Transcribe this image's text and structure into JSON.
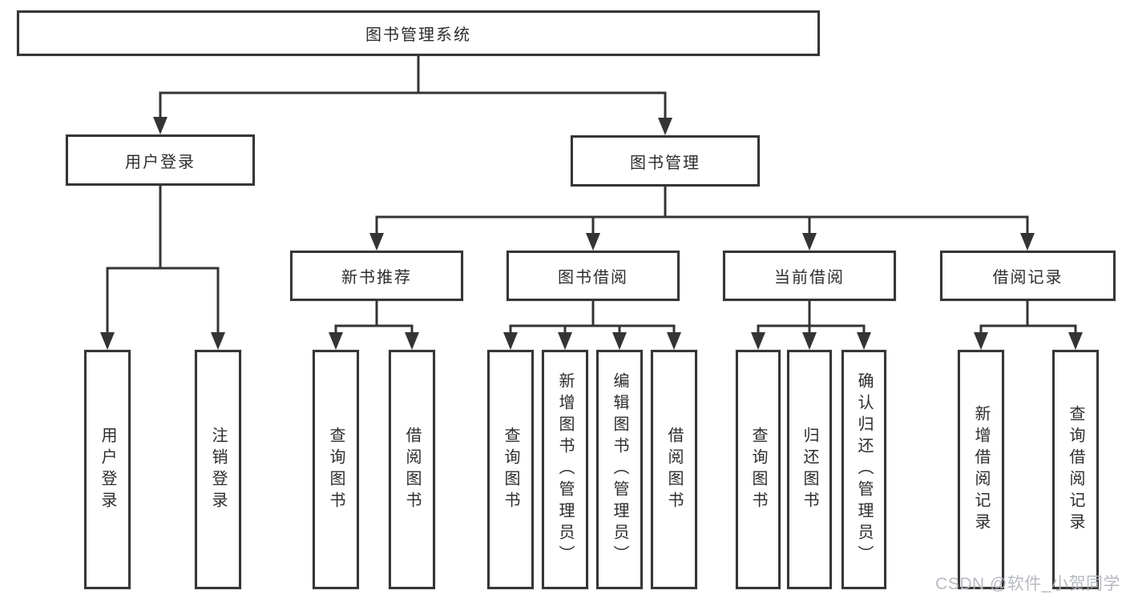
{
  "tree": {
    "label": "图书管理系统",
    "children": [
      {
        "label": "用户登录",
        "children": [
          {
            "label": "用户登录"
          },
          {
            "label": "注销登录"
          }
        ]
      },
      {
        "label": "图书管理",
        "children": [
          {
            "label": "新书推荐",
            "children": [
              {
                "label": "查询图书"
              },
              {
                "label": "借阅图书"
              }
            ]
          },
          {
            "label": "图书借阅",
            "children": [
              {
                "label": "查询图书"
              },
              {
                "label": "新增图书（管理员）"
              },
              {
                "label": "编辑图书（管理员）"
              },
              {
                "label": "借阅图书"
              }
            ]
          },
          {
            "label": "当前借阅",
            "children": [
              {
                "label": "查询图书"
              },
              {
                "label": "归还图书"
              },
              {
                "label": "确认归还（管理员）"
              }
            ]
          },
          {
            "label": "借阅记录",
            "children": [
              {
                "label": "新增借阅记录"
              },
              {
                "label": "查询借阅记录"
              }
            ]
          }
        ]
      }
    ]
  },
  "watermark": "CSDN @软件_小贺同学",
  "colors": {
    "line": "#343434",
    "box_border": "#363636",
    "text": "#2d2d2d",
    "background": "#ffffff",
    "watermark": "#b2b6bd"
  }
}
